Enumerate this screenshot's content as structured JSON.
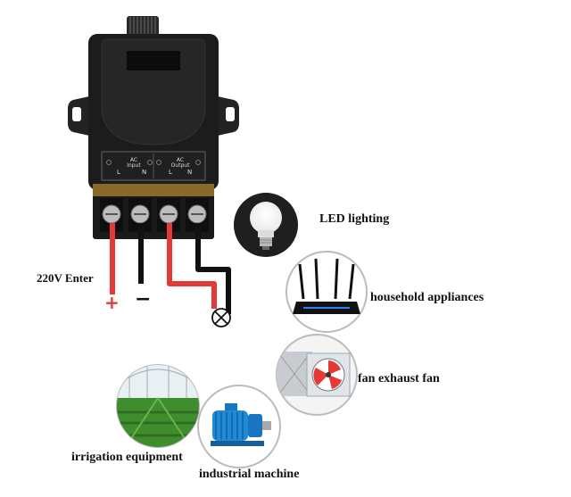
{
  "module": {
    "input_header": "AC",
    "input_label": "Input",
    "output_header": "AC",
    "output_label": "Output",
    "terminal_L": "L",
    "terminal_N": "N"
  },
  "wiring": {
    "supply_label": "220V Enter",
    "plus_sign": "+",
    "minus_sign": "−"
  },
  "applications": [
    {
      "label": "LED lighting",
      "icon": "light-bulb-icon"
    },
    {
      "label": "household appliances",
      "icon": "router-icon"
    },
    {
      "label": "fan exhaust fan",
      "icon": "exhaust-fan-icon"
    },
    {
      "label": "irrigation equipment",
      "icon": "greenhouse-icon"
    },
    {
      "label": "industrial machine",
      "icon": "electric-motor-icon"
    }
  ],
  "colors": {
    "live_wire": "#e53935",
    "neutral_wire": "#111111",
    "housing": "#1c1c1c"
  }
}
